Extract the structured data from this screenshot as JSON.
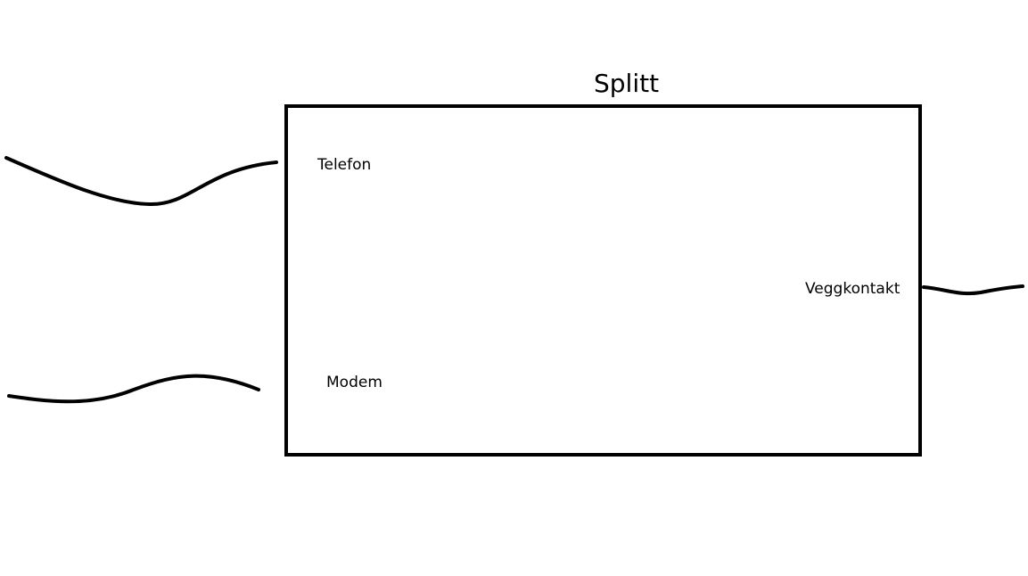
{
  "diagram": {
    "title": "Splitt",
    "ports": {
      "telefon": "Telefon",
      "modem": "Modem",
      "veggkontakt": "Veggkontakt"
    }
  },
  "colors": {
    "stroke": "#000000",
    "background": "#ffffff"
  }
}
